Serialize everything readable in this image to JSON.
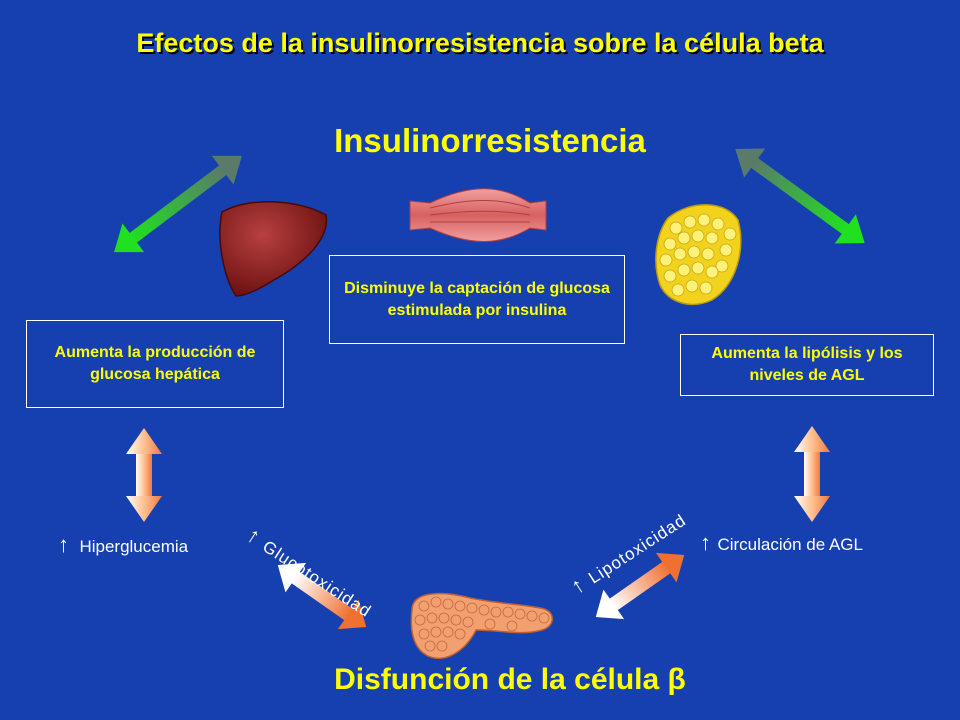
{
  "title": "Efectos de la insulinorresistencia sobre la célula beta",
  "hub": "Insulinorresistencia",
  "bottom": "Disfunción de la célula β",
  "boxes": {
    "muscle": "Disminuye la captación de glucosa estimulada por insulina",
    "liver": "Aumenta la producción de glucosa hepática",
    "fat": "Aumenta la lipólisis y los niveles de AGL"
  },
  "labels": {
    "hyperglycemia": "Hiperglucemia",
    "agl": "Circulación de AGL",
    "glucotox": "Glucotoxicidad",
    "lipotox": "Lipotoxicidad",
    "up": "↑"
  },
  "colors": {
    "background": "#1640b0",
    "title": "#ffff00",
    "text": "#ffffff"
  }
}
